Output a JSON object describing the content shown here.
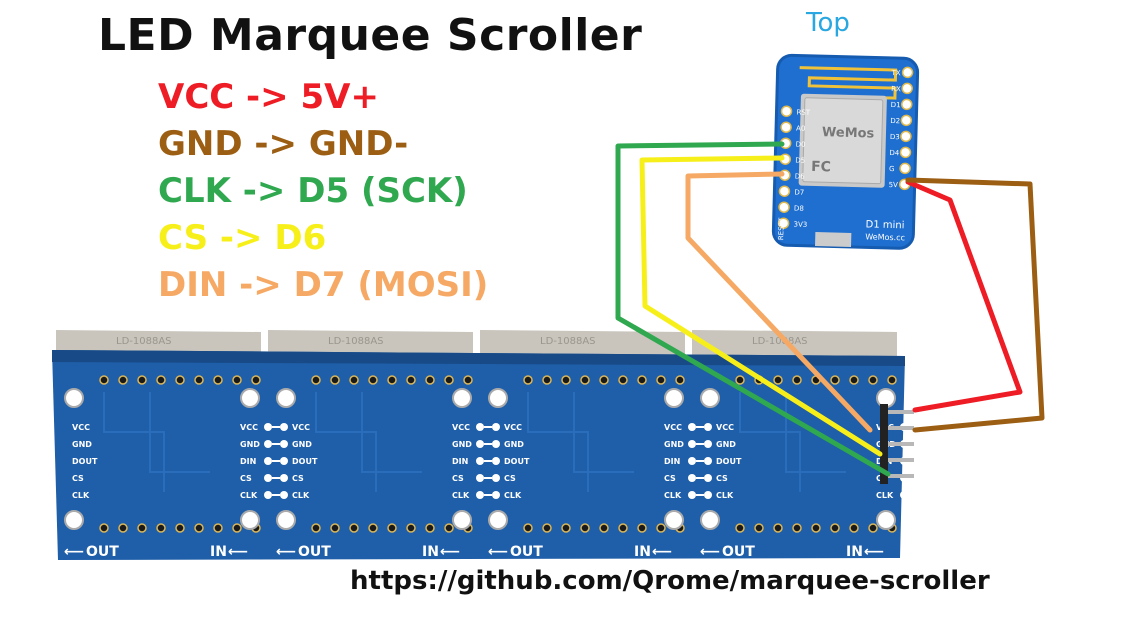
{
  "title": "LED Marquee Scroller",
  "wiring": [
    {
      "label": "VCC -> 5V+",
      "color": "#ee1c24"
    },
    {
      "label": "GND -> GND-",
      "color": "#9c5e12"
    },
    {
      "label": "CLK -> D5 (SCK)",
      "color": "#2fa84f"
    },
    {
      "label": "CS -> D6",
      "color": "#f7ef1a"
    },
    {
      "label": "DIN -> D7 (MOSI)",
      "color": "#f5a964"
    }
  ],
  "url": "https://github.com/Qrome/marquee-scroller",
  "d1_board": {
    "top_label": "Top",
    "model": "D1 mini",
    "site": "WeMos.cc",
    "reset": "RESET",
    "pins_left": [
      "3V3",
      "D8",
      "D7",
      "D6",
      "D5",
      "D0",
      "A0",
      "RST"
    ],
    "pins_right": [
      "5V",
      "G",
      "D4",
      "D3",
      "D2",
      "D1",
      "RX",
      "TX"
    ]
  },
  "led_module": {
    "pin_labels": [
      "VCC",
      "GND",
      "DOUT",
      "CS",
      "CLK"
    ],
    "input_labels": [
      "VCC",
      "GND",
      "DIN",
      "CS",
      "CLK"
    ],
    "out_label": "OUT",
    "in_label": "IN",
    "chip_label": "LD-1088AS",
    "panels": 4
  },
  "colors": {
    "pcb": "#1f5ea8",
    "pcb_dark": "#174a86",
    "matrix": "#c9c5bd",
    "wire_red": "#ee1c24",
    "wire_brown": "#9c5e12",
    "wire_green": "#2fa84f",
    "wire_yellow": "#f7ef1a",
    "wire_orange": "#f5a964",
    "d1_blue": "#1f6fd1"
  },
  "icons": [
    "wifi-antenna-icon",
    "fcc-mark-icon",
    "arrow-left-icon"
  ]
}
